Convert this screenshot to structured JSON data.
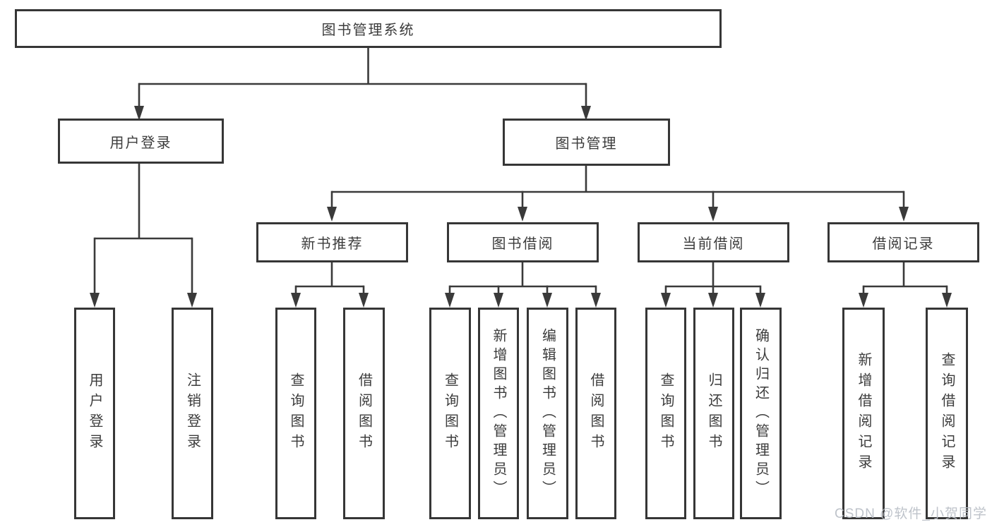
{
  "diagram": {
    "type": "hierarchy-tree",
    "root": {
      "label": "图书管理系统",
      "children": [
        {
          "label": "用户登录",
          "children": [
            {
              "label": "用户登录"
            },
            {
              "label": "注销登录"
            }
          ]
        },
        {
          "label": "图书管理",
          "children": [
            {
              "label": "新书推荐",
              "children": [
                {
                  "label": "查询图书"
                },
                {
                  "label": "借阅图书"
                }
              ]
            },
            {
              "label": "图书借阅",
              "children": [
                {
                  "label": "查询图书"
                },
                {
                  "label": "新增图书（管理员）"
                },
                {
                  "label": "编辑图书（管理员）"
                },
                {
                  "label": "借阅图书"
                }
              ]
            },
            {
              "label": "当前借阅",
              "children": [
                {
                  "label": "查询图书"
                },
                {
                  "label": "归还图书"
                },
                {
                  "label": "确认归还（管理员）"
                }
              ]
            },
            {
              "label": "借阅记录",
              "children": [
                {
                  "label": "新增借阅记录"
                },
                {
                  "label": "查询借阅记录"
                }
              ]
            }
          ]
        }
      ]
    },
    "colors": {
      "line": "#3a3a3a",
      "box_border": "#363636",
      "box_fill": "#ffffff",
      "text": "#3c3c3c"
    }
  },
  "watermark": {
    "text": "CSDN @软件_小贺同学",
    "color": "#b9bec6"
  }
}
